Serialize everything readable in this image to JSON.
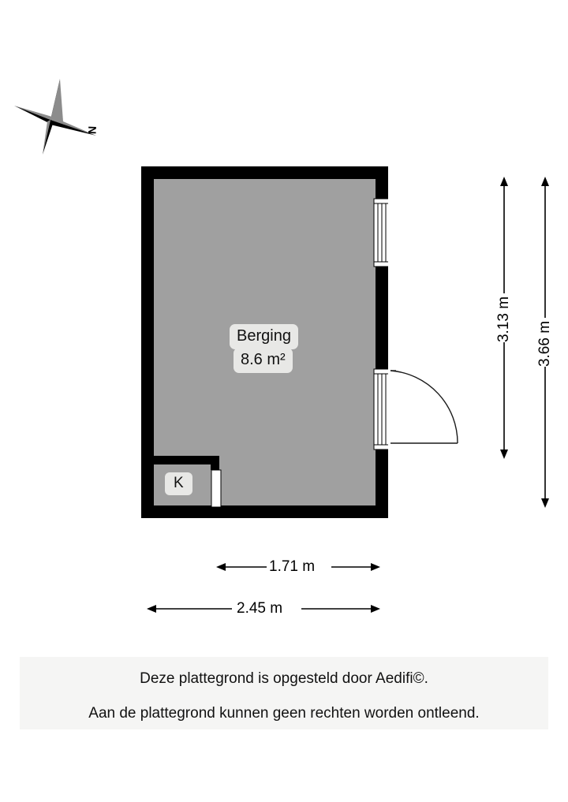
{
  "document": {
    "type": "floor-plan",
    "language": "nl"
  },
  "compass": {
    "icon": "compass-rose-icon",
    "north_label": "N"
  },
  "plan": {
    "rooms": [
      {
        "id": "berging",
        "name": "Berging",
        "area": "8.6 m²"
      },
      {
        "id": "k",
        "name": "K"
      }
    ],
    "openings": [
      {
        "id": "window-right",
        "type": "window",
        "wall": "right"
      },
      {
        "id": "door-right",
        "type": "door",
        "wall": "right",
        "swing": "outward-right"
      },
      {
        "id": "door-k",
        "type": "door",
        "wall": "interior"
      }
    ],
    "colors": {
      "wall": "#000000",
      "floor": "#a0a0a0",
      "opening": "#ffffff",
      "badge": "#e8e8e6",
      "footer_background": "#f5f5f4"
    }
  },
  "dimensions": {
    "vertical": [
      {
        "id": "dim-313",
        "value": "3.13 m"
      },
      {
        "id": "dim-366",
        "value": "3.66 m"
      }
    ],
    "horizontal": [
      {
        "id": "dim-171",
        "value": "1.71 m"
      },
      {
        "id": "dim-245",
        "value": "2.45 m"
      }
    ]
  },
  "footer": {
    "line1": "Deze plattegrond is opgesteld door Aedifi©.",
    "line2": "Aan de plattegrond kunnen geen rechten worden ontleend."
  }
}
